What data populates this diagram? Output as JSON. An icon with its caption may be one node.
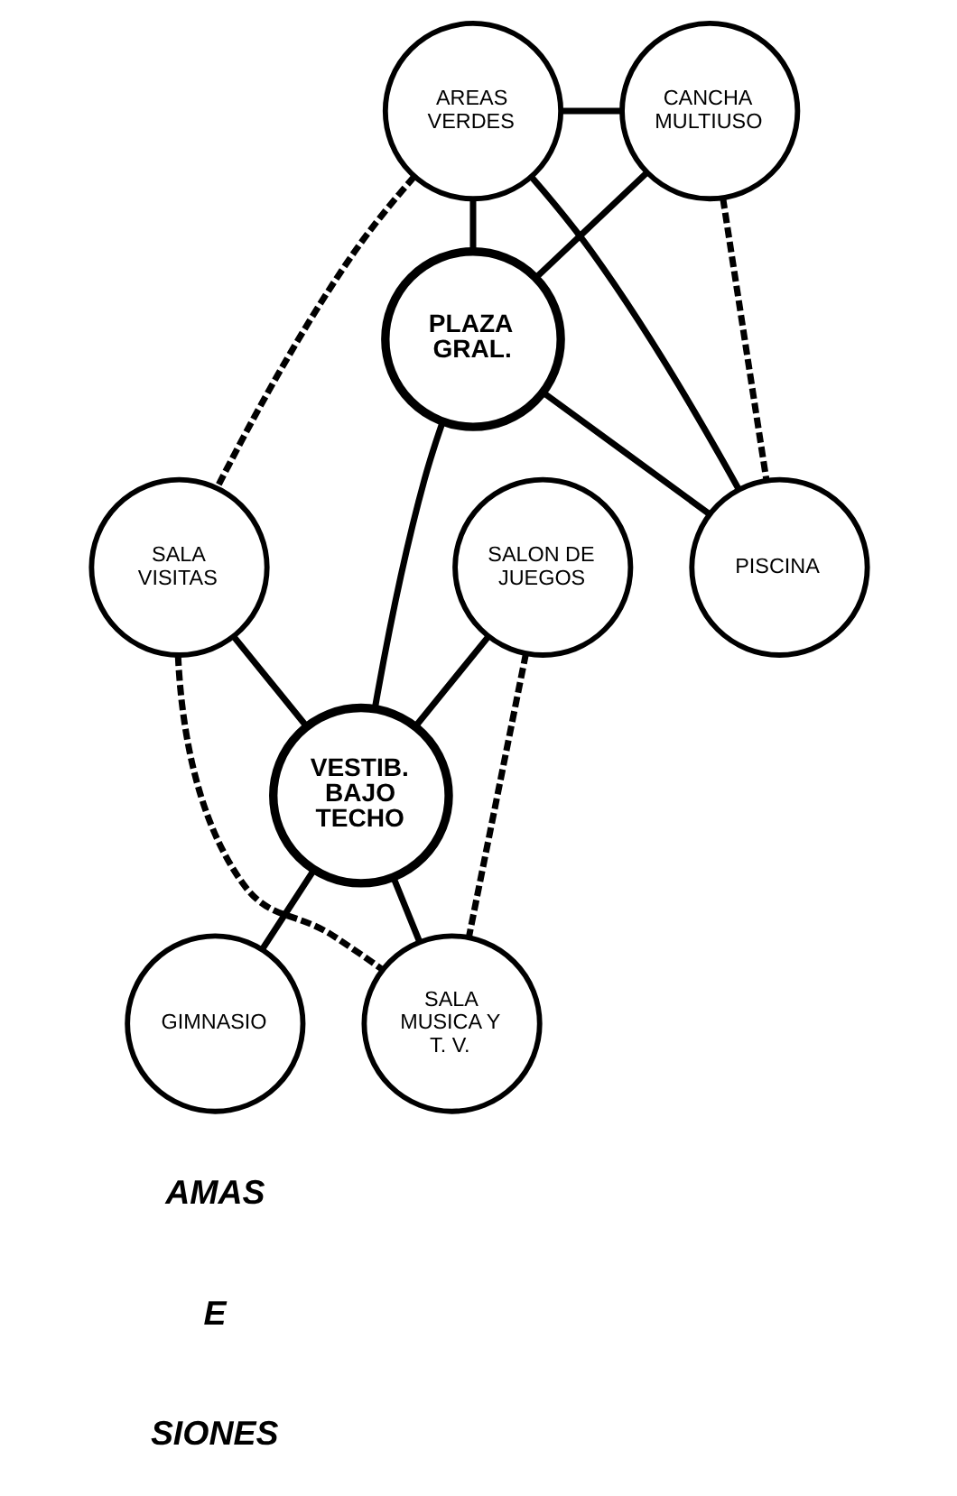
{
  "diagram": {
    "nodes": [
      {
        "text": [
          "AREAS VERDES"
        ]
      },
      {
        "text": [
          "CANCHA MULTIUSO"
        ]
      },
      {
        "text": [
          "PLAZA GRAL."
        ]
      },
      {
        "text": [
          "PISCINA"
        ]
      },
      {
        "text": [
          "SALA VISITAS"
        ]
      },
      {
        "text": [
          "SALON DE JUEGOS"
        ]
      },
      {
        "text": [
          "VESTIB. BAJO TECHO"
        ]
      },
      {
        "text": [
          "GIMNASIO"
        ]
      },
      {
        "text": [
          "SALA MUSICA Y T. V."
        ]
      }
    ],
    "edges": [
      {
        "from": 0,
        "to": 3,
        "arrow": "none"
      },
      {
        "from": 0,
        "to": 1,
        "arrow": "none"
      },
      {
        "from": 0,
        "to": 2,
        "arrow": "none"
      },
      {
        "from": 1,
        "to": 2,
        "arrow": "none"
      },
      {
        "from": 1,
        "to": 3,
        "arrow": "none",
        "style": "dashed"
      },
      {
        "from": 2,
        "to": 3,
        "arrow": "none"
      },
      {
        "from": 0,
        "to": 4,
        "arrow": "none",
        "style": "dashed"
      },
      {
        "from": 2,
        "to": 6,
        "arrow": "none"
      },
      {
        "from": 4,
        "to": 6,
        "arrow": "none"
      },
      {
        "from": 5,
        "to": 6,
        "arrow": "none"
      },
      {
        "from": 5,
        "to": 8,
        "arrow": "none",
        "style": "dashed"
      },
      {
        "from": 6,
        "to": 7,
        "arrow": "none"
      },
      {
        "from": 6,
        "to": 8,
        "arrow": "none"
      },
      {
        "from": 4,
        "to": 8,
        "arrow": "none",
        "style": "dashed"
      }
    ],
    "labels": [
      "AMAS",
      "E",
      "SIONES"
    ]
  }
}
